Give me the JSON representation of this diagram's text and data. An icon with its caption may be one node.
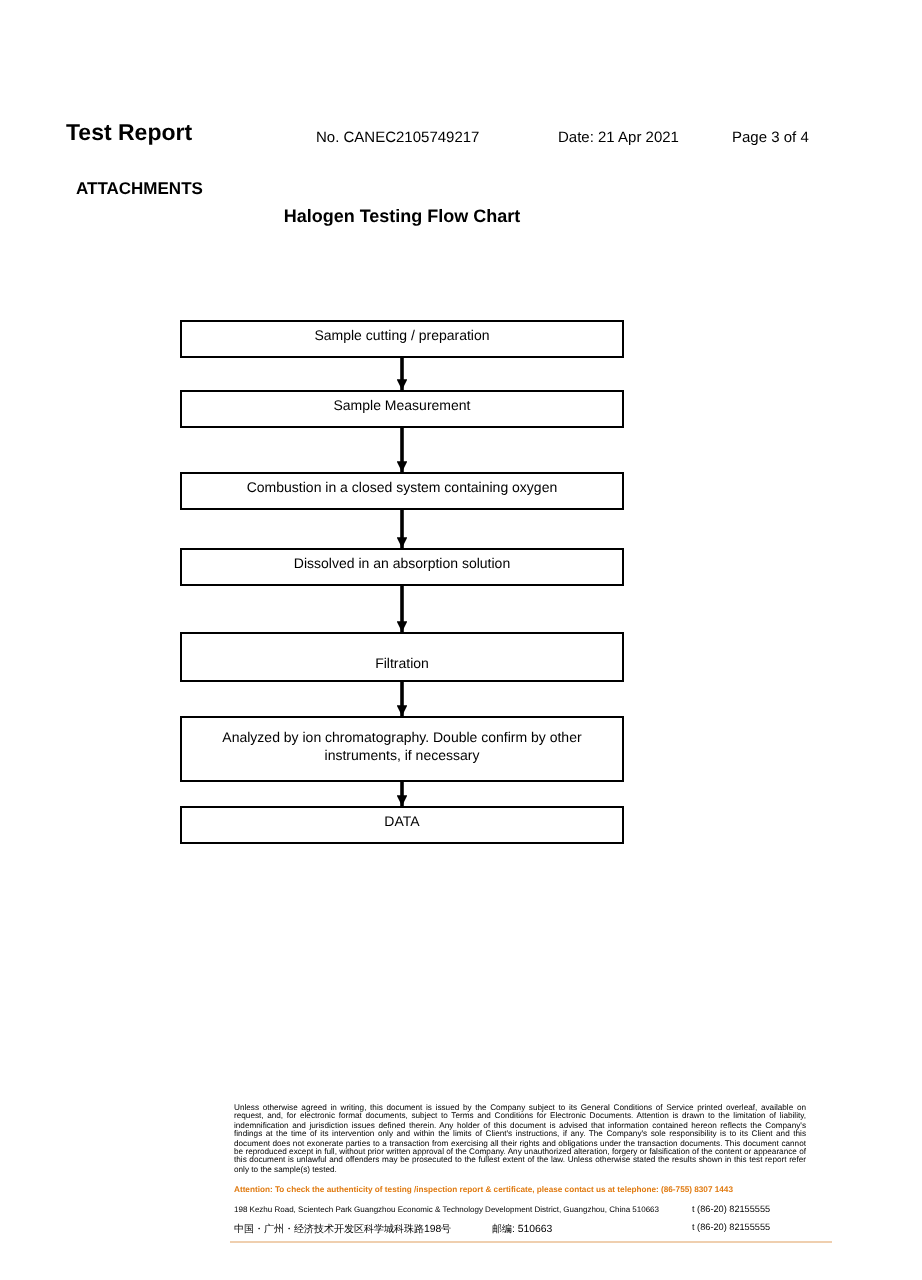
{
  "diagram": {
    "title": "Halogen Testing Flow Chart",
    "nodes": [
      {
        "text": [
          "Sample cutting / preparation"
        ]
      },
      {
        "text": [
          "Sample Measurement"
        ]
      },
      {
        "text": [
          "Combustion in a closed system containing oxygen"
        ]
      },
      {
        "text": [
          "Dissolved in an absorption solution"
        ]
      },
      {
        "text": [
          "Filtration"
        ]
      },
      {
        "text": [
          "Analyzed by ion chromatography. Double confirm by other instruments, if necessary"
        ]
      },
      {
        "text": [
          "DATA"
        ]
      }
    ],
    "edges": [
      {
        "from": 0,
        "to": 1,
        "arrow": "to"
      },
      {
        "from": 1,
        "to": 2,
        "arrow": "to"
      },
      {
        "from": 2,
        "to": 3,
        "arrow": "to"
      },
      {
        "from": 3,
        "to": 4,
        "arrow": "to"
      },
      {
        "from": 4,
        "to": 5,
        "arrow": "to"
      },
      {
        "from": 5,
        "to": 6,
        "arrow": "to"
      }
    ],
    "labels": [
      "Test Report",
      "No. CANEC2105749217",
      "Date: 21 Apr 2021",
      "Page 3 of 4",
      "ATTACHMENTS",
      "Unless otherwise agreed in writing, this document is issued by the Company subject to its General Conditions of Service printed overleaf, available on request, and, for electronic format documents, subject to Terms and Conditions for Electronic Documents. Attention is drawn to the limitation of liability, indemnification and jurisdiction issues defined therein. Any holder of this document is advised that information contained hereon reflects the Company's findings at the time of its intervention only and within the limits of Client's instructions, if any. The Company's sole responsibility is to its Client and this document does not exonerate parties to a transaction from exercising all their rights and obligations under the transaction documents. This document cannot be reproduced except in full, without prior written approval of the Company. Any unauthorized alteration, forgery or falsification of the content or appearance of this document is unlawful and offenders may be prosecuted to the fullest extent of the law. Unless otherwise stated the results shown in this test report refer only to the sample(s) tested.",
      "Attention: To check the authenticity of testing /inspection report & certificate, please contact us at telephone: (86-755) 8307 1443",
      "198 Kezhu Road, Scientech Park Guangzhou Economic & Technology Development District, Guangzhou, China 510663",
      "t (86-20) 82155555",
      "中国・广州・经济技术开发区科学城科珠路198号",
      "邮编: 510663",
      "t (86-20) 82155555"
    ]
  }
}
